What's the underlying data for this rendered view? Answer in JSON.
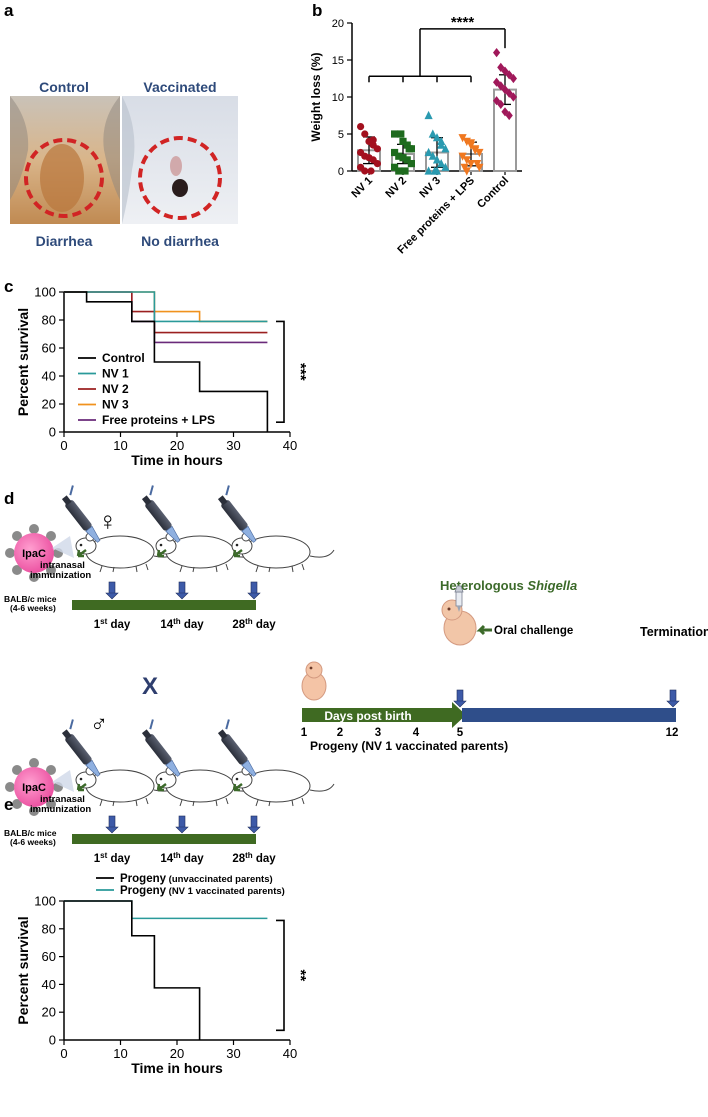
{
  "panels": {
    "a": {
      "letter": "a",
      "label_control": "Control",
      "label_vaccinated": "Vaccinated",
      "label_diarrhea": "Diarrhea",
      "label_no_diarrhea": "No diarrhea"
    },
    "b": {
      "letter": "b",
      "significance": "****"
    },
    "c": {
      "letter": "c",
      "significance": "***"
    },
    "d": {
      "letter": "d",
      "female_symbol": "♀",
      "male_symbol": "♂",
      "cross": "X",
      "ipac_label": "IpaC",
      "route_label": "intranasal\nimmunization",
      "mice_label": "BALB/c mice\n(4-6 weeks)",
      "days": [
        "1st day",
        "14th day",
        "28th day"
      ],
      "day_nums": [
        "1",
        "14",
        "28"
      ],
      "day_suffixes": [
        "st",
        "th",
        "th"
      ],
      "day_word": "day",
      "challenge_title_pre": "Heterologous ",
      "challenge_title_italic": "Shigella",
      "oral_challenge": "Oral challenge",
      "termination": "Termination",
      "days_post_birth": "Days post birth",
      "progeny_label": "Progeny (NV 1 vaccinated parents)",
      "timeline_ticks": [
        "1",
        "2",
        "3",
        "4",
        "5",
        "12"
      ]
    },
    "e": {
      "letter": "e",
      "significance": "**"
    }
  },
  "chart_data": [
    {
      "id": "b",
      "type": "scatter",
      "ylabel": "Weight loss (%)",
      "xlabel": "",
      "ylim": [
        0,
        20
      ],
      "yticks": [
        0,
        5,
        10,
        15,
        20
      ],
      "categories": [
        "NV 1",
        "NV 2",
        "NV 3",
        "Free proteins + LPS",
        "Control"
      ],
      "colors": [
        "#a3101e",
        "#1e6b1e",
        "#2a9ab0",
        "#f07820",
        "#a0185a"
      ],
      "markers": [
        "circle",
        "square",
        "triangle-up",
        "triangle-down",
        "diamond"
      ],
      "means": [
        2.8,
        2.3,
        2.5,
        2.3,
        11.0
      ],
      "sd": [
        1.8,
        1.3,
        2.0,
        1.6,
        2.0
      ],
      "series": [
        {
          "values": [
            6,
            5,
            4,
            3.5,
            3,
            2.5,
            2,
            1.8,
            1.5,
            1.0,
            0.5,
            0,
            0,
            4.2
          ]
        },
        {
          "values": [
            5,
            5,
            4,
            3.5,
            3,
            2.5,
            2,
            1.8,
            1.5,
            1.0,
            0.5,
            0,
            0,
            3
          ]
        },
        {
          "values": [
            7.5,
            5,
            4.5,
            4,
            3,
            2.5,
            2,
            1.5,
            1,
            0.5,
            0,
            0,
            0,
            3.5
          ]
        },
        {
          "values": [
            4.5,
            4,
            3.5,
            3,
            2.5,
            2,
            1.5,
            1,
            1,
            0.5,
            0.5,
            0,
            3.8,
            2.8
          ]
        },
        {
          "values": [
            16,
            14,
            13.5,
            13,
            12.5,
            12,
            11.5,
            11,
            10.5,
            10,
            9.5,
            9,
            8,
            7.5
          ]
        }
      ],
      "brackets": {
        "group": [
          0,
          1,
          2,
          3
        ],
        "vs": 4,
        "label": "****"
      }
    },
    {
      "id": "c",
      "type": "line",
      "xlabel": "Time in hours",
      "ylabel": "Percent survival",
      "xlim": [
        0,
        40
      ],
      "ylim": [
        0,
        100
      ],
      "xticks": [
        0,
        10,
        20,
        30,
        40
      ],
      "yticks": [
        0,
        20,
        40,
        60,
        80,
        100
      ],
      "series": [
        {
          "name": "Control",
          "color": "#000000",
          "steps": [
            [
              0,
              100
            ],
            [
              4,
              93
            ],
            [
              12,
              79
            ],
            [
              16,
              50
            ],
            [
              24,
              29
            ],
            [
              36,
              0
            ]
          ],
          "end": 36
        },
        {
          "name": "NV 1",
          "color": "#2a9a9a",
          "steps": [
            [
              0,
              100
            ],
            [
              16,
              79
            ]
          ],
          "end": 36
        },
        {
          "name": "NV 2",
          "color": "#9b2020",
          "steps": [
            [
              0,
              100
            ],
            [
              12,
              86
            ],
            [
              16,
              71
            ]
          ],
          "end": 36
        },
        {
          "name": "NV 3",
          "color": "#f0921e",
          "steps": [
            [
              0,
              100
            ],
            [
              16,
              86
            ],
            [
              24,
              79
            ]
          ],
          "end": 36
        },
        {
          "name": "Free proteins + LPS",
          "color": "#6a2a7a",
          "steps": [
            [
              0,
              100
            ],
            [
              12,
              79
            ],
            [
              16,
              64
            ]
          ],
          "end": 36
        }
      ]
    },
    {
      "id": "e",
      "type": "line",
      "xlabel": "Time in hours",
      "ylabel": "Percent survival",
      "xlim": [
        0,
        40
      ],
      "ylim": [
        0,
        100
      ],
      "xticks": [
        0,
        10,
        20,
        30,
        40
      ],
      "yticks": [
        0,
        20,
        40,
        60,
        80,
        100
      ],
      "series": [
        {
          "name": "Progeny",
          "name_sub": "(unvaccinated parents)",
          "color": "#000000",
          "steps": [
            [
              0,
              100
            ],
            [
              12,
              75
            ],
            [
              16,
              37.5
            ],
            [
              24,
              0
            ]
          ],
          "end": 24
        },
        {
          "name": "Progeny",
          "name_sub": "(NV 1 vaccinated parents)",
          "color": "#2a9a9a",
          "steps": [
            [
              0,
              100
            ],
            [
              12,
              87.5
            ]
          ],
          "end": 36
        }
      ]
    }
  ]
}
